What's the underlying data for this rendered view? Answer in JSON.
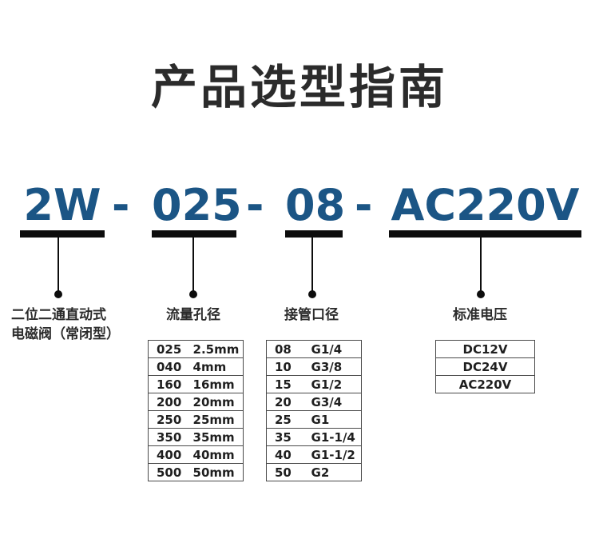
{
  "page": {
    "title": "产品选型指南",
    "accent_color": "#1b5585",
    "text_color": "#2c2c2c",
    "rule_color": "#0d0d0d",
    "table_border_color": "#4a4a4a",
    "background": "#ffffff"
  },
  "model_code": {
    "segments": [
      "2W",
      "025",
      "08",
      "AC220V"
    ],
    "separators": [
      "-",
      "-",
      "-"
    ],
    "full": "2W - 025 - 08 - AC220V"
  },
  "groups": [
    {
      "key": "valve_type",
      "label_lines": [
        "二位二通直动式",
        "电磁阀（常闭型）"
      ],
      "code_segment": "2W",
      "has_table": false,
      "columns": [],
      "rows": []
    },
    {
      "key": "flow_orifice",
      "label_lines": [
        "流量孔径"
      ],
      "code_segment": "025",
      "has_table": true,
      "columns": [
        "code",
        "size"
      ],
      "rows": [
        [
          "025",
          "2.5mm"
        ],
        [
          "040",
          "4mm"
        ],
        [
          "160",
          "16mm"
        ],
        [
          "200",
          "20mm"
        ],
        [
          "250",
          "25mm"
        ],
        [
          "350",
          "35mm"
        ],
        [
          "400",
          "40mm"
        ],
        [
          "500",
          "50mm"
        ]
      ]
    },
    {
      "key": "port_size",
      "label_lines": [
        "接管口径"
      ],
      "code_segment": "08",
      "has_table": true,
      "columns": [
        "code",
        "thread"
      ],
      "rows": [
        [
          "08",
          "G1/4"
        ],
        [
          "10",
          "G3/8"
        ],
        [
          "15",
          "G1/2"
        ],
        [
          "20",
          "G3/4"
        ],
        [
          "25",
          "G1"
        ],
        [
          "35",
          "G1-1/4"
        ],
        [
          "40",
          "G1-1/2"
        ],
        [
          "50",
          "G2"
        ]
      ]
    },
    {
      "key": "standard_voltage",
      "label_lines": [
        "标准电压"
      ],
      "code_segment": "AC220V",
      "has_table": true,
      "columns": [
        "voltage"
      ],
      "rows": [
        [
          "DC12V"
        ],
        [
          "DC24V"
        ],
        [
          "AC220V"
        ]
      ]
    }
  ]
}
